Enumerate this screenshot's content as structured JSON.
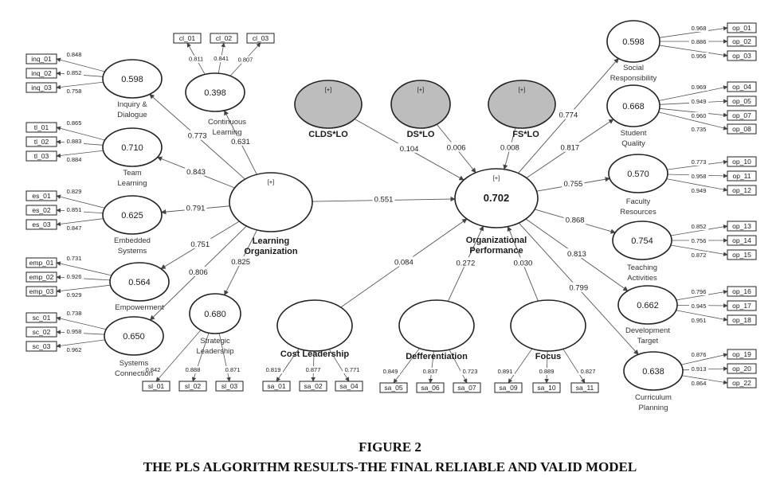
{
  "caption": {
    "line1": "FIGURE 2",
    "line2": "THE PLS ALGORITHM RESULTS-THE FINAL RELIABLE AND VALID MODEL"
  },
  "constructs": [
    {
      "id": "inq",
      "label": [
        "Inquiry &",
        "Dialogue"
      ],
      "r2": "0.598"
    },
    {
      "id": "team",
      "label": [
        "Team",
        "Learning"
      ],
      "r2": "0.710"
    },
    {
      "id": "emb",
      "label": [
        "Embedded",
        "Systems"
      ],
      "r2": "0.625"
    },
    {
      "id": "emp",
      "label": [
        "Empowerment"
      ],
      "r2": "0.564"
    },
    {
      "id": "sys",
      "label": [
        "Systems",
        "Connection"
      ],
      "r2": "0.650"
    },
    {
      "id": "cl",
      "label": [
        "Continuous",
        "Learning"
      ],
      "r2": "0.398"
    },
    {
      "id": "sl",
      "label": [
        "Strategic",
        "Leadership"
      ],
      "r2": "0.680"
    },
    {
      "id": "lo",
      "label": [
        "Learning",
        "Organization"
      ],
      "r2": "",
      "marker": "[+]"
    },
    {
      "id": "op",
      "label": [
        "Organizational",
        "Performance"
      ],
      "r2": "0.702",
      "marker": "[+]"
    },
    {
      "id": "costl",
      "label": [
        "Cost Leadership"
      ],
      "r2": ""
    },
    {
      "id": "diff",
      "label": [
        "Defferentiation"
      ],
      "r2": ""
    },
    {
      "id": "focus",
      "label": [
        "Focus"
      ],
      "r2": ""
    },
    {
      "id": "soc",
      "label": [
        "Social",
        "Responsibility"
      ],
      "r2": "0.598"
    },
    {
      "id": "stu",
      "label": [
        "Student",
        "Quality"
      ],
      "r2": "0.668"
    },
    {
      "id": "fac",
      "label": [
        "Faculty",
        "Resources"
      ],
      "r2": "0.570"
    },
    {
      "id": "tea",
      "label": [
        "Teaching",
        "Activities"
      ],
      "r2": "0.754"
    },
    {
      "id": "dev",
      "label": [
        "Development",
        "Target"
      ],
      "r2": "0.662"
    },
    {
      "id": "cur",
      "label": [
        "Curriculum",
        "Planning"
      ],
      "r2": "0.638"
    },
    {
      "id": "clds",
      "label": [
        "CLDS*LO"
      ],
      "r2": "",
      "marker": "[+]"
    },
    {
      "id": "ds",
      "label": [
        "DS*LO"
      ],
      "r2": "",
      "marker": "[+]"
    },
    {
      "id": "fs",
      "label": [
        "FS*LO"
      ],
      "r2": "",
      "marker": "[+]"
    }
  ],
  "indicators": [
    {
      "construct": "inq",
      "name": "inq_01",
      "loading": "0.848"
    },
    {
      "construct": "inq",
      "name": "inq_02",
      "loading": "0.852"
    },
    {
      "construct": "inq",
      "name": "inq_03",
      "loading": "0.758"
    },
    {
      "construct": "team",
      "name": "tl_01",
      "loading": "0.865"
    },
    {
      "construct": "team",
      "name": "tl_02",
      "loading": "0.883"
    },
    {
      "construct": "team",
      "name": "tl_03",
      "loading": "0.884"
    },
    {
      "construct": "emb",
      "name": "es_01",
      "loading": "0.829"
    },
    {
      "construct": "emb",
      "name": "es_02",
      "loading": "0.851"
    },
    {
      "construct": "emb",
      "name": "es_03",
      "loading": "0.847"
    },
    {
      "construct": "emp",
      "name": "emp_01",
      "loading": "0.731"
    },
    {
      "construct": "emp",
      "name": "emp_02",
      "loading": "0.926"
    },
    {
      "construct": "emp",
      "name": "emp_03",
      "loading": "0.929"
    },
    {
      "construct": "sys",
      "name": "sc_01",
      "loading": "0.738"
    },
    {
      "construct": "sys",
      "name": "sc_02",
      "loading": "0.958"
    },
    {
      "construct": "sys",
      "name": "sc_03",
      "loading": "0.962"
    },
    {
      "construct": "cl",
      "name": "cl_01",
      "loading": "0.811"
    },
    {
      "construct": "cl",
      "name": "cl_02",
      "loading": "0.841"
    },
    {
      "construct": "cl",
      "name": "cl_03",
      "loading": "0.807"
    },
    {
      "construct": "sl",
      "name": "sl_01",
      "loading": "0.842"
    },
    {
      "construct": "sl",
      "name": "sl_02",
      "loading": "0.888"
    },
    {
      "construct": "sl",
      "name": "sl_03",
      "loading": "0.871"
    },
    {
      "construct": "costl",
      "name": "sa_01",
      "loading": "0.819"
    },
    {
      "construct": "costl",
      "name": "sa_02",
      "loading": "0.877"
    },
    {
      "construct": "costl",
      "name": "sa_04",
      "loading": "0.771"
    },
    {
      "construct": "diff",
      "name": "sa_05",
      "loading": "0.849"
    },
    {
      "construct": "diff",
      "name": "sa_06",
      "loading": "0.837"
    },
    {
      "construct": "diff",
      "name": "sa_07",
      "loading": "0.723"
    },
    {
      "construct": "focus",
      "name": "sa_09",
      "loading": "0.891"
    },
    {
      "construct": "focus",
      "name": "sa_10",
      "loading": "0.889"
    },
    {
      "construct": "focus",
      "name": "sa_11",
      "loading": "0.827"
    },
    {
      "construct": "soc",
      "name": "op_01",
      "loading": "0.968"
    },
    {
      "construct": "soc",
      "name": "op_02",
      "loading": "0.886"
    },
    {
      "construct": "soc",
      "name": "op_03",
      "loading": "0.956"
    },
    {
      "construct": "stu",
      "name": "op_04",
      "loading": "0.969"
    },
    {
      "construct": "stu",
      "name": "op_05",
      "loading": "0.949"
    },
    {
      "construct": "stu",
      "name": "op_07",
      "loading": "0.960"
    },
    {
      "construct": "stu",
      "name": "op_08",
      "loading": "0.735"
    },
    {
      "construct": "fac",
      "name": "op_10",
      "loading": "0.773"
    },
    {
      "construct": "fac",
      "name": "op_11",
      "loading": "0.958"
    },
    {
      "construct": "fac",
      "name": "op_12",
      "loading": "0.949"
    },
    {
      "construct": "tea",
      "name": "op_13",
      "loading": "0.852"
    },
    {
      "construct": "tea",
      "name": "op_14",
      "loading": "0.756"
    },
    {
      "construct": "tea",
      "name": "op_15",
      "loading": "0.872"
    },
    {
      "construct": "dev",
      "name": "op_16",
      "loading": "0.796"
    },
    {
      "construct": "dev",
      "name": "op_17",
      "loading": "0.945"
    },
    {
      "construct": "dev",
      "name": "op_18",
      "loading": "0.951"
    },
    {
      "construct": "cur",
      "name": "op_19",
      "loading": "0.876"
    },
    {
      "construct": "cur",
      "name": "op_20",
      "loading": "0.913"
    },
    {
      "construct": "cur",
      "name": "op_22",
      "loading": "0.864"
    }
  ],
  "paths": [
    {
      "from": "lo",
      "to": "inq",
      "coef": "0.773"
    },
    {
      "from": "lo",
      "to": "team",
      "coef": "0.843"
    },
    {
      "from": "lo",
      "to": "emb",
      "coef": "0.791"
    },
    {
      "from": "lo",
      "to": "emp",
      "coef": "0.751"
    },
    {
      "from": "lo",
      "to": "sys",
      "coef": "0.806"
    },
    {
      "from": "lo",
      "to": "cl",
      "coef": "0.631"
    },
    {
      "from": "lo",
      "to": "sl",
      "coef": "0.825"
    },
    {
      "from": "lo",
      "to": "op",
      "coef": "0.551"
    },
    {
      "from": "clds",
      "to": "op",
      "coef": "0.104"
    },
    {
      "from": "ds",
      "to": "op",
      "coef": "0.006"
    },
    {
      "from": "fs",
      "to": "op",
      "coef": "0.008"
    },
    {
      "from": "costl",
      "to": "op",
      "coef": "0.084"
    },
    {
      "from": "diff",
      "to": "op",
      "coef": "0.272"
    },
    {
      "from": "focus",
      "to": "op",
      "coef": "0.030"
    },
    {
      "from": "op",
      "to": "soc",
      "coef": "0.774"
    },
    {
      "from": "op",
      "to": "stu",
      "coef": "0.817"
    },
    {
      "from": "op",
      "to": "fac",
      "coef": "0.755"
    },
    {
      "from": "op",
      "to": "tea",
      "coef": "0.868"
    },
    {
      "from": "op",
      "to": "dev",
      "coef": "0.813"
    },
    {
      "from": "op",
      "to": "cur",
      "coef": "0.799"
    }
  ]
}
